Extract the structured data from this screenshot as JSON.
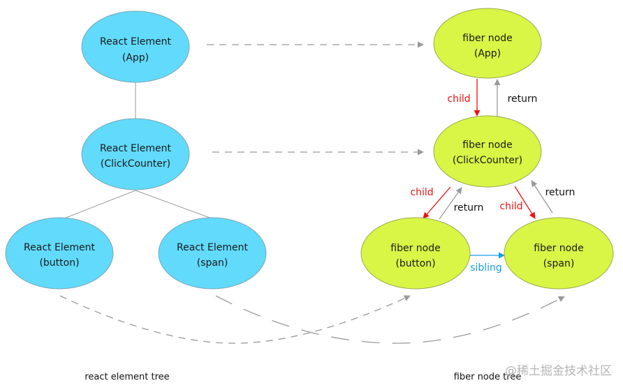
{
  "colors": {
    "react_fill": "#61dafb",
    "react_stroke": "#7fa6b5",
    "fiber_fill": "#d9f545",
    "fiber_stroke": "#9aaa55",
    "tree_line": "#999999",
    "mapping_dash": "#999999",
    "child": "#ee1111",
    "return": "#999999",
    "sibling": "#1a9be6"
  },
  "react_tree": {
    "caption": "react element tree",
    "nodes": [
      {
        "id": "app",
        "line1": "React Element",
        "line2": "(App)"
      },
      {
        "id": "clickcounter",
        "line1": "React Element",
        "line2": "(ClickCounter)"
      },
      {
        "id": "button",
        "line1": "React Element",
        "line2": "(button)"
      },
      {
        "id": "span",
        "line1": "React Element",
        "line2": "(span)"
      }
    ],
    "edges": [
      {
        "from": "app",
        "to": "clickcounter"
      },
      {
        "from": "clickcounter",
        "to": "button"
      },
      {
        "from": "clickcounter",
        "to": "span"
      }
    ]
  },
  "fiber_tree": {
    "caption": "fiber node tree",
    "nodes": [
      {
        "id": "app",
        "line1": "fiber node",
        "line2": "(App)"
      },
      {
        "id": "clickcounter",
        "line1": "fiber node",
        "line2": "(ClickCounter)"
      },
      {
        "id": "button",
        "line1": "fiber node",
        "line2": "(button)"
      },
      {
        "id": "span",
        "line1": "fiber node",
        "line2": "(span)"
      }
    ],
    "edge_labels": {
      "child": "child",
      "return": "return",
      "sibling": "sibling"
    },
    "edges": [
      {
        "type": "child",
        "from": "app",
        "to": "clickcounter"
      },
      {
        "type": "return",
        "from": "clickcounter",
        "to": "app"
      },
      {
        "type": "child",
        "from": "clickcounter",
        "to": "button"
      },
      {
        "type": "return",
        "from": "button",
        "to": "clickcounter"
      },
      {
        "type": "child",
        "from": "clickcounter",
        "to": "span"
      },
      {
        "type": "return",
        "from": "span",
        "to": "clickcounter"
      },
      {
        "type": "sibling",
        "from": "button",
        "to": "span"
      }
    ]
  },
  "mappings": [
    {
      "from": "react.app",
      "to": "fiber.app"
    },
    {
      "from": "react.clickcounter",
      "to": "fiber.clickcounter"
    },
    {
      "from": "react.button",
      "to": "fiber.button"
    },
    {
      "from": "react.span",
      "to": "fiber.span"
    }
  ],
  "watermark": "@稀土掘金技术社区"
}
